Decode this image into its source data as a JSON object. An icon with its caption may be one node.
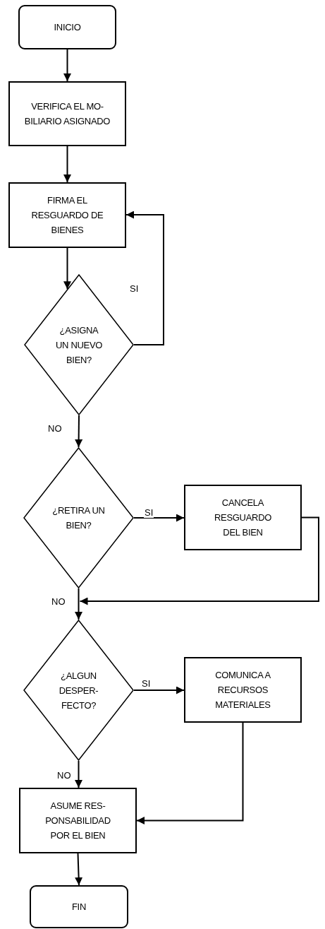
{
  "diagram": {
    "nodes": [
      {
        "text": [
          "INICIO"
        ]
      },
      {
        "text": [
          "VERIFICA EL MO- BILIARIO ASIGNADO"
        ]
      },
      {
        "text": [
          "FIRMA EL RESGUARDO DE BIENES"
        ]
      },
      {
        "text": [
          "¿ASIGNA UN NUEVO BIEN?"
        ]
      },
      {
        "text": [
          "¿RETIRA UN BIEN?"
        ]
      },
      {
        "text": [
          "CANCELA RESGUARDO DEL BIEN"
        ]
      },
      {
        "text": [
          "¿ALGUN DESPER- FECTO?"
        ]
      },
      {
        "text": [
          "COMUNICA A RECURSOS MATERIALES"
        ]
      },
      {
        "text": [
          "ASUME RES- PONSABILIDAD POR EL BIEN"
        ]
      },
      {
        "text": [
          "FIN"
        ]
      }
    ],
    "edges": [
      {
        "from": 0,
        "to": 1,
        "arrow": "to"
      },
      {
        "from": 1,
        "to": 2,
        "arrow": "to"
      },
      {
        "from": 2,
        "to": 3,
        "arrow": "to"
      },
      {
        "from": 3,
        "to": 2,
        "arrow": "to",
        "label": "SI"
      },
      {
        "from": 3,
        "to": 4,
        "arrow": "to",
        "label": "NO"
      },
      {
        "from": 4,
        "to": 5,
        "arrow": "to",
        "label": "SI"
      },
      {
        "from": 5,
        "to": 6,
        "arrow": "to"
      },
      {
        "from": 4,
        "to": 6,
        "arrow": "to",
        "label": "NO"
      },
      {
        "from": 6,
        "to": 7,
        "arrow": "to",
        "label": "SI"
      },
      {
        "from": 6,
        "to": 8,
        "arrow": "to",
        "label": "NO"
      },
      {
        "from": 7,
        "to": 8,
        "arrow": "to"
      },
      {
        "from": 8,
        "to": 9,
        "arrow": "to"
      }
    ]
  }
}
